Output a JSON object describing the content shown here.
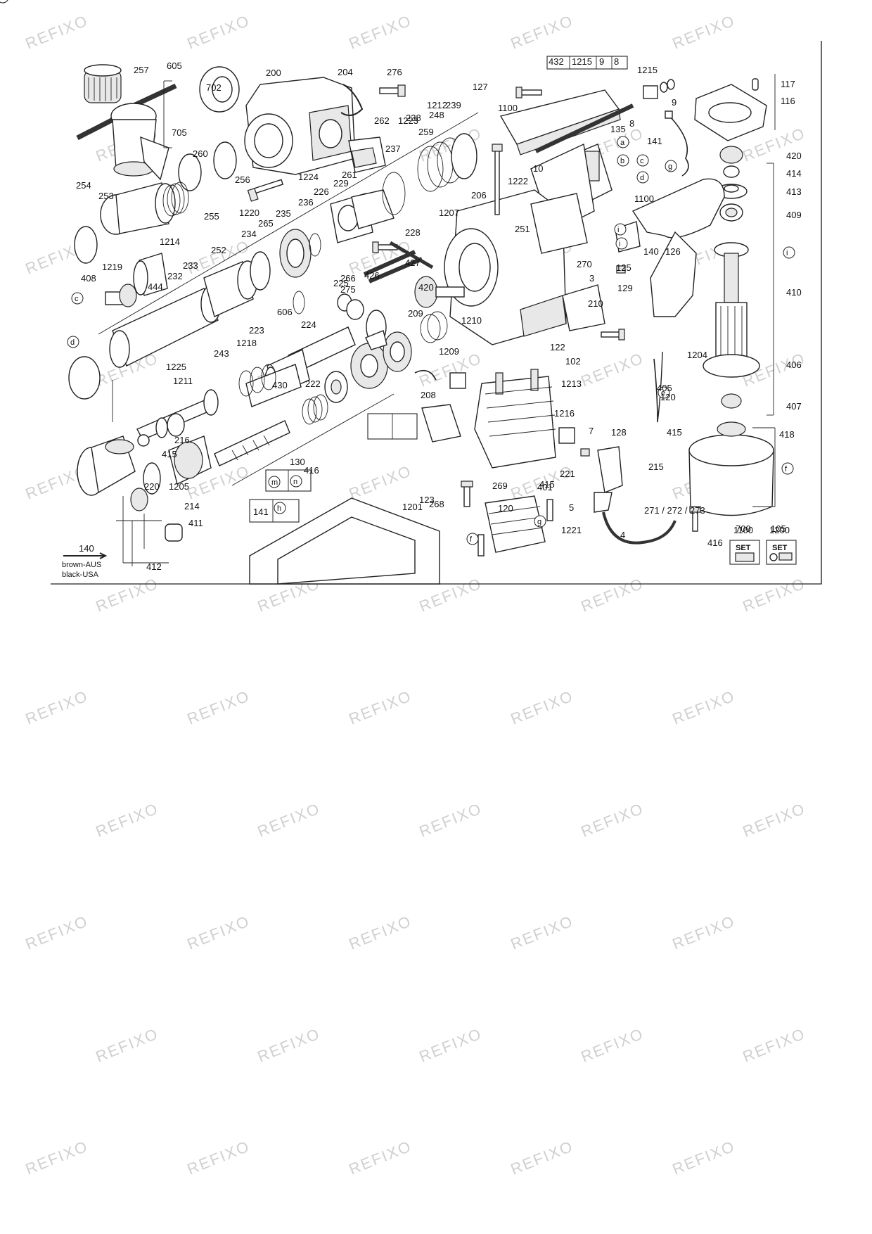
{
  "watermark": "REFIXO",
  "legend": {
    "line1": "brown-AUS",
    "line2": "black-USA",
    "ref": "140"
  },
  "labels": [
    "257",
    "605",
    "702",
    "200",
    "204",
    "276",
    "127",
    "432",
    "1215",
    "9",
    "8",
    "1215",
    "117",
    "116",
    "705",
    "260",
    "262",
    "1223",
    "248",
    "239",
    "1212",
    "259",
    "238",
    "237",
    "256",
    "1100",
    "135",
    "8",
    "9",
    "141",
    "254",
    "253",
    "255",
    "1224",
    "261",
    "10",
    "1220",
    "229",
    "226",
    "236",
    "206",
    "1222",
    "1207",
    "a",
    "b",
    "c",
    "d",
    "g",
    "i",
    "420",
    "414",
    "413",
    "409",
    "265",
    "235",
    "234",
    "228",
    "251",
    "1100",
    "i",
    "i",
    "410",
    "406",
    "407",
    "408",
    "1219",
    "1214",
    "252",
    "233",
    "232",
    "444",
    "266",
    "275",
    "225",
    "426",
    "427",
    "420",
    "270",
    "3",
    "129",
    "140",
    "126",
    "125",
    "c",
    "606",
    "224",
    "223",
    "1218",
    "243",
    "1210",
    "209",
    "210",
    "122",
    "102",
    "1204",
    "d",
    "1225",
    "1211",
    "430",
    "222",
    "1209",
    "208",
    "e",
    "1213",
    "1216",
    "405",
    "120",
    "7",
    "128",
    "415",
    "418",
    "415",
    "216",
    "416",
    "130",
    "m",
    "n",
    "f",
    "1205",
    "220",
    "221",
    "215",
    "214",
    "411",
    "415",
    "401",
    "268",
    "269",
    "120",
    "5",
    "271 / 272 / 273",
    "141",
    "h",
    "1201",
    "1221",
    "f",
    "g",
    "123",
    "4",
    "412",
    "416",
    "700",
    "105",
    "123",
    "h",
    "e",
    "140",
    "128",
    "127",
    "1100",
    "1200"
  ],
  "set_badges": [
    {
      "caption": "1100",
      "text": "SET"
    },
    {
      "caption": "1200",
      "text": "SET"
    }
  ],
  "part_icons": [
    "chuck",
    "bit-holder",
    "side-handle",
    "gear-housing",
    "clamp",
    "screw",
    "mode-switch",
    "spring",
    "o-ring",
    "spindle",
    "washer",
    "snap-ring",
    "sleeve",
    "gear",
    "cam",
    "bushing",
    "cylinder",
    "piston",
    "carbon-brush",
    "brush-holder",
    "motor-housing",
    "fan-housing",
    "armature",
    "bearing",
    "field-coil",
    "main-handle",
    "switch",
    "cable",
    "terminal-block",
    "cover",
    "bracket",
    "plate",
    "motor-cover",
    "carrying-case",
    "grip-sleeve",
    "pin",
    "drive-shaft"
  ]
}
